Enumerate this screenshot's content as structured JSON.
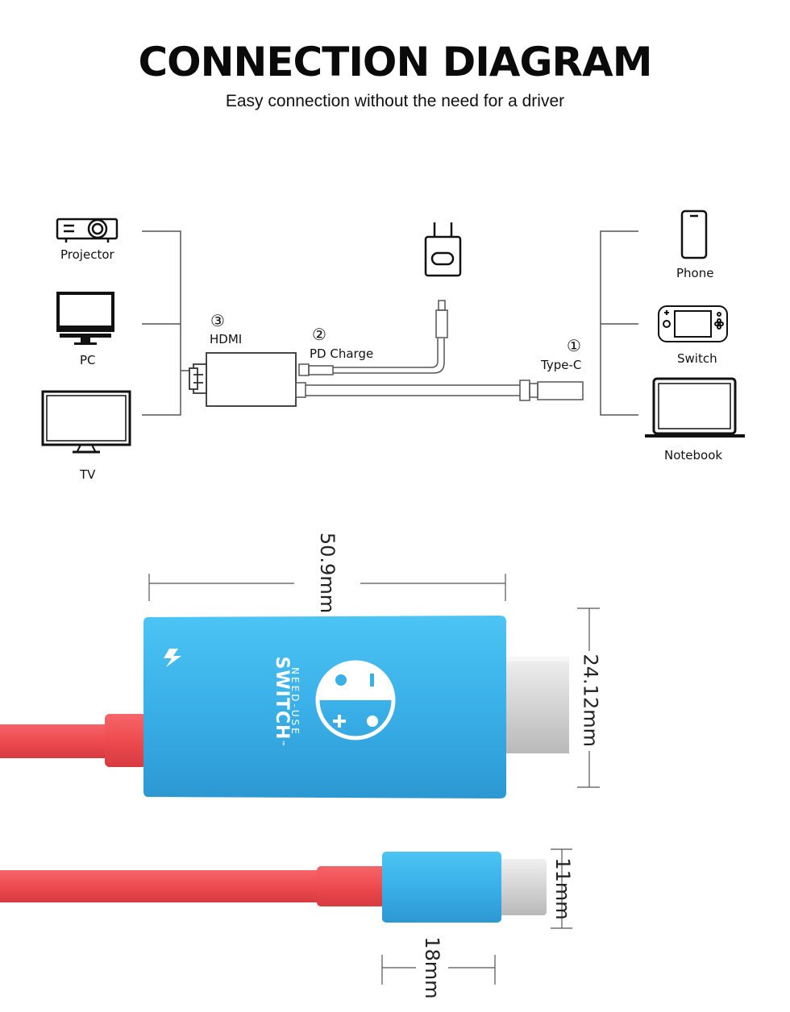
{
  "header": {
    "title": "CONNECTION DIAGRAM",
    "subtitle": "Easy connection without the need for a driver"
  },
  "left_devices": {
    "projector": "Projector",
    "pc": "PC",
    "tv": "TV"
  },
  "right_devices": {
    "phone": "Phone",
    "switch": "Switch",
    "notebook": "Notebook"
  },
  "ports": {
    "hdmi_num": "③",
    "hdmi": "HDMI",
    "pd_num": "②",
    "pd": "PD Charge",
    "typec_num": "①",
    "typec": "Type-C"
  },
  "product": {
    "brand_top": "NEED-USE",
    "brand_main": "SWITCH",
    "tm": "™"
  },
  "dimensions": {
    "width": "50.9mm",
    "height": "24.12mm",
    "typec_height": "11mm",
    "typec_width": "18mm"
  },
  "colors": {
    "body_blue": "#3fb3ea",
    "cable_red": "#ee4b4f",
    "connector_grey": "#d9d9d9"
  }
}
